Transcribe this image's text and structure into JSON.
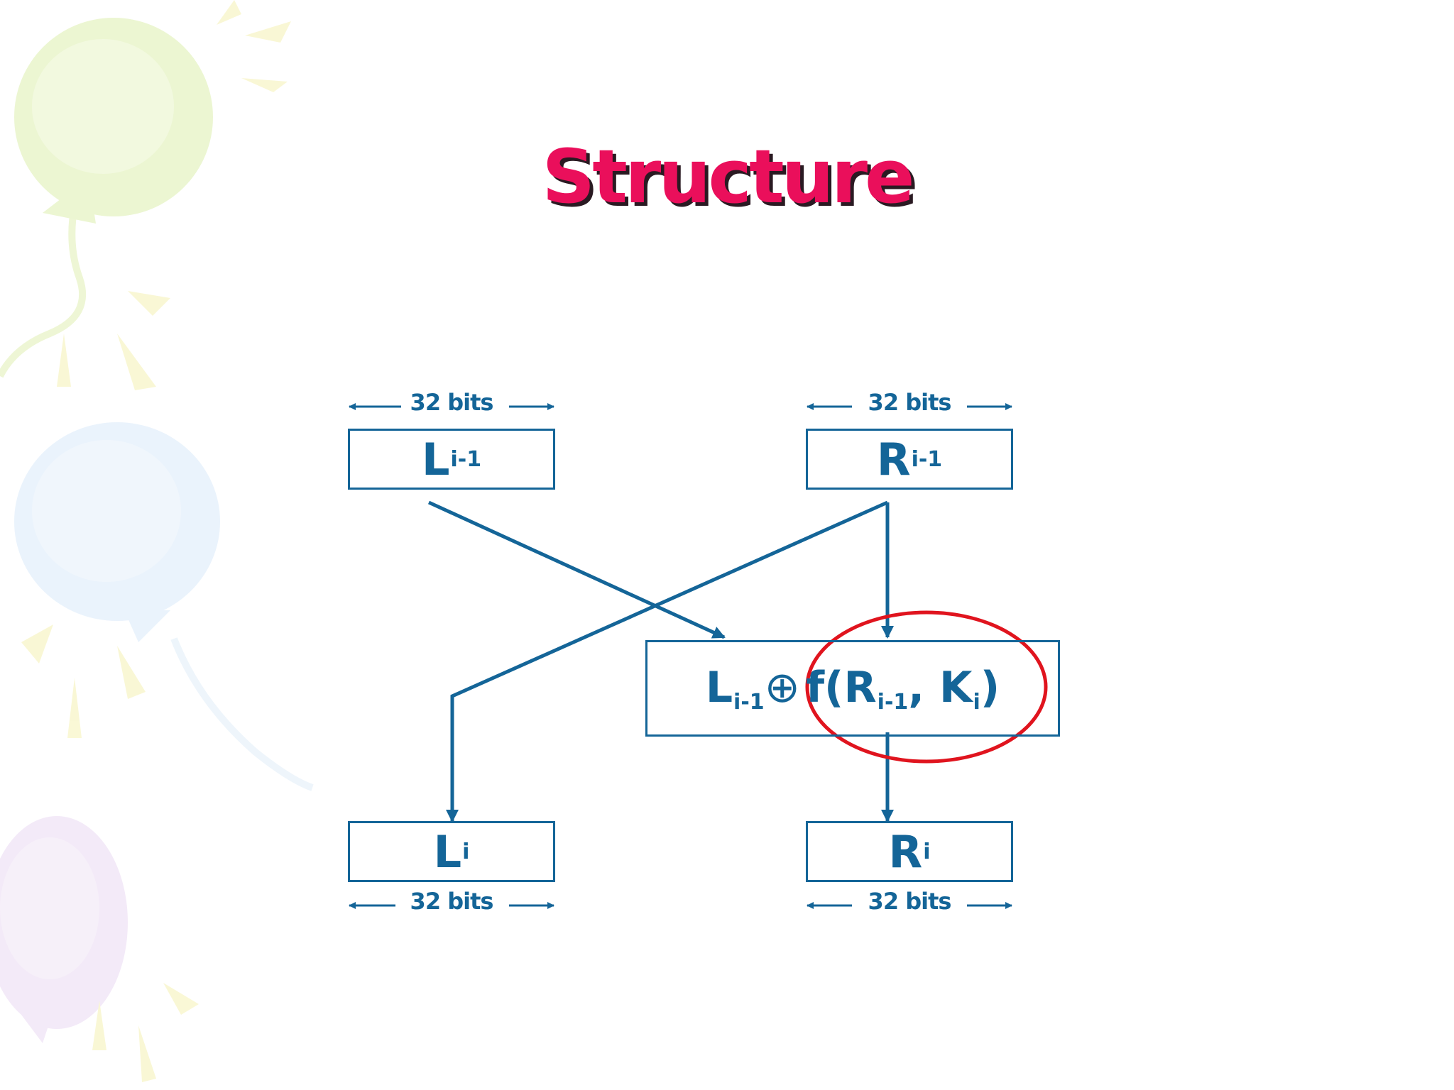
{
  "slide": {
    "title": "Structure",
    "colors": {
      "title": "#ea0f5b",
      "title_shadow": "#2a1a22",
      "diagram": "#146598",
      "highlight_circle": "#e0141e"
    }
  },
  "diagram": {
    "top_left_box": {
      "symbol": "L",
      "subscript": "i-1",
      "width_label": "32 bits"
    },
    "top_right_box": {
      "symbol": "R",
      "subscript": "i-1",
      "width_label": "32 bits"
    },
    "function_box": {
      "l": "L",
      "l_sub": "i-1",
      "op": "⊕",
      "f_open": "f(R",
      "r_sub": "i-1",
      "comma_k": ", K",
      "k_sub": "i",
      "close": ")"
    },
    "bottom_left_box": {
      "symbol": "L",
      "subscript": "i",
      "width_label": "32 bits"
    },
    "bottom_right_box": {
      "symbol": "R",
      "subscript": "i",
      "width_label": "32 bits"
    }
  }
}
